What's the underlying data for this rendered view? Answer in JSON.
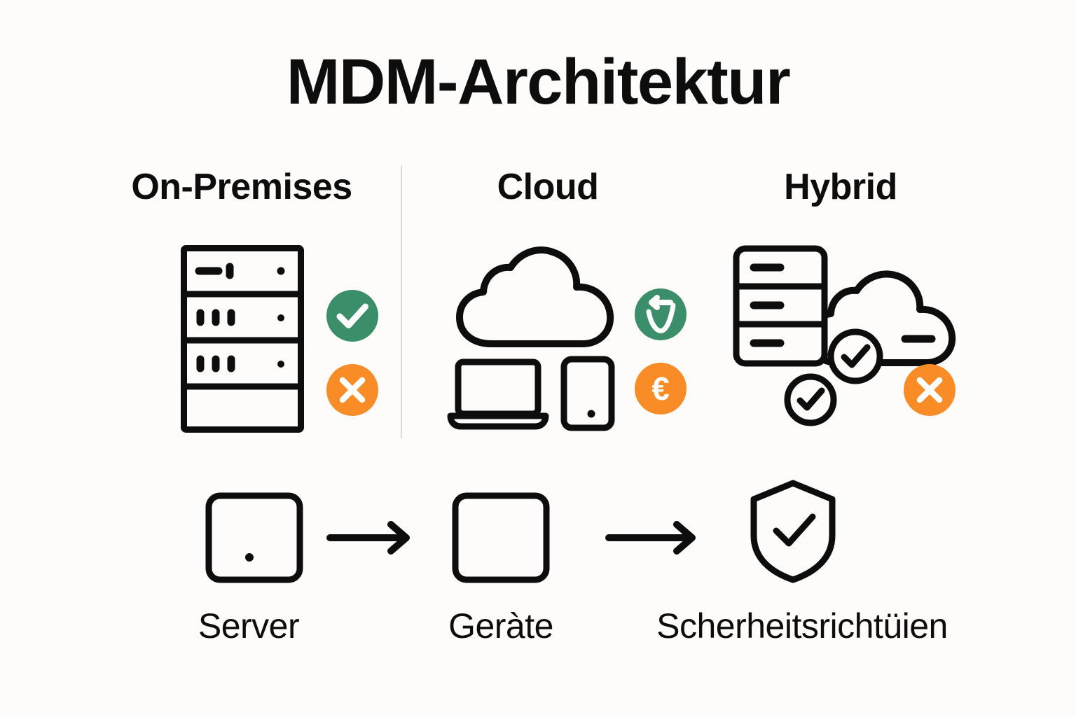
{
  "page": {
    "title": "MDM-Architektur",
    "background_color": "#fdfcfa",
    "ink_color": "#0d0d0d",
    "divider_color": "#dfdcd6"
  },
  "palette": {
    "green": "#3a8f6a",
    "orange": "#f98c26",
    "white": "#ffffff"
  },
  "columns": [
    {
      "id": "on-premises",
      "header": "On-Premises",
      "icons": [
        "server-rack-icon"
      ],
      "badges": [
        {
          "name": "check-badge",
          "glyph": "check",
          "color": "#3a8f6a",
          "style": "filled"
        },
        {
          "name": "cross-badge",
          "glyph": "cross",
          "color": "#f98c26",
          "style": "filled"
        }
      ]
    },
    {
      "id": "cloud",
      "header": "Cloud",
      "icons": [
        "cloud-icon",
        "laptop-icon",
        "smartphone-icon"
      ],
      "badges": [
        {
          "name": "check-arrow-badge",
          "glyph": "check-arrow",
          "color": "#3a8f6a",
          "style": "filled"
        },
        {
          "name": "euro-badge",
          "glyph": "€",
          "color": "#f98c26",
          "style": "filled"
        }
      ]
    },
    {
      "id": "hybrid",
      "header": "Hybrid",
      "icons": [
        "server-rack-rounded-icon",
        "cloud-icon",
        "check-circle-icon",
        "check-circle-icon"
      ],
      "badges": [
        {
          "name": "cross-badge",
          "glyph": "cross",
          "color": "#f98c26",
          "style": "filled"
        }
      ]
    }
  ],
  "flow": {
    "steps": [
      {
        "id": "server",
        "label": "Server",
        "icon": "rounded-square-icon"
      },
      {
        "id": "devices",
        "label": "Geràte",
        "icon": "rounded-square-icon"
      },
      {
        "id": "policies",
        "label": "Scherheitsrichtüien",
        "icon": "shield-check-icon"
      }
    ],
    "connector": "arrow-right-icon",
    "connector_count": 2
  }
}
